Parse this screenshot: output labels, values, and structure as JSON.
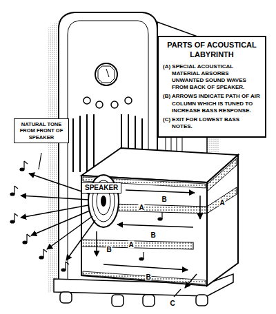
{
  "diagram": {
    "nodes": [
      {
        "text": [
          "PARTS OF ACOUSTICAL LABYRINTH",
          "(A) SPECIAL ACOUSTICAL MATERIAL ABSORBS UNWANTED SOUND WAVES FROM BACK OF SPEAKER.",
          "(B) ARROWS INDICATE PATH OF AIR COLUMN WHICH IS TUNED TO INCREASE BASS RESPONSE.",
          "(C) EXIT FOR LOWEST BASS NOTES."
        ]
      },
      {
        "text": [
          "NATURAL TONE FROM FRONT OF SPEAKER"
        ]
      },
      {
        "text": [
          "SPEAKER"
        ]
      }
    ],
    "labels": [
      "A",
      "A",
      "A",
      "B",
      "B",
      "B",
      "B",
      "C"
    ]
  }
}
